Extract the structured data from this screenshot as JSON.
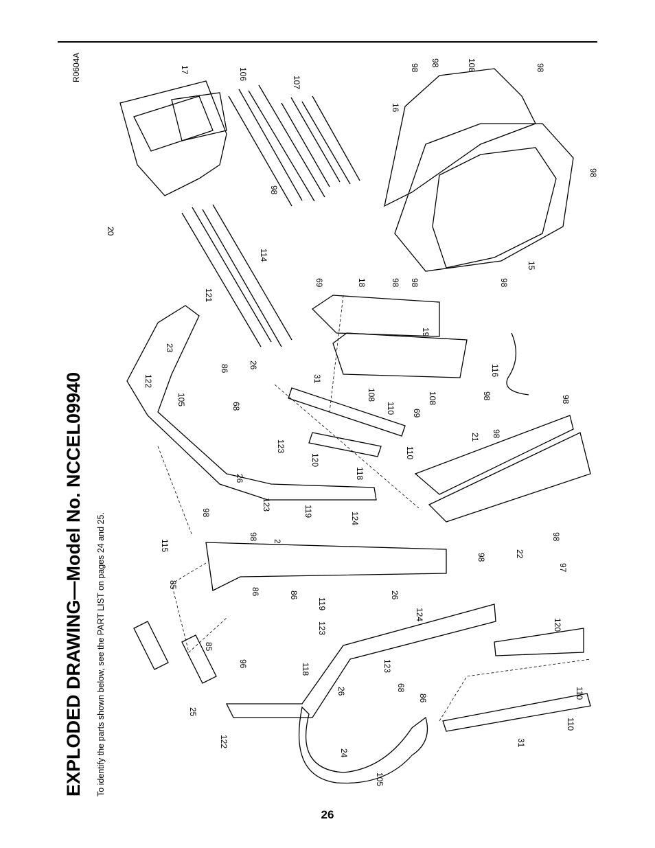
{
  "header": {
    "title": "EXPLODED DRAWING—Model No. NCCEL09940",
    "instruction": "To identify the parts shown below, see the PART LIST on pages 24 and 25.",
    "drawing_code": "R0604A"
  },
  "footer": {
    "page_number": "26"
  },
  "part_labels": [
    "17",
    "106",
    "107",
    "98",
    "98",
    "108",
    "98",
    "16",
    "98",
    "20",
    "114",
    "98",
    "121",
    "98",
    "15",
    "98",
    "69",
    "18",
    "98",
    "19",
    "122",
    "23",
    "105",
    "86",
    "26",
    "68",
    "31",
    "108",
    "110",
    "69",
    "108",
    "116",
    "98",
    "98",
    "123",
    "120",
    "110",
    "21",
    "98",
    "26",
    "118",
    "123",
    "119",
    "124",
    "98",
    "98",
    "22",
    "98",
    "2",
    "86",
    "115",
    "86",
    "85",
    "98",
    "97",
    "119",
    "123",
    "26",
    "124",
    "85",
    "96",
    "120",
    "118",
    "123",
    "26",
    "68",
    "86",
    "110",
    "25",
    "122",
    "24",
    "105",
    "31",
    "110"
  ],
  "colors": {
    "ink": "#000000",
    "paper": "#ffffff"
  }
}
